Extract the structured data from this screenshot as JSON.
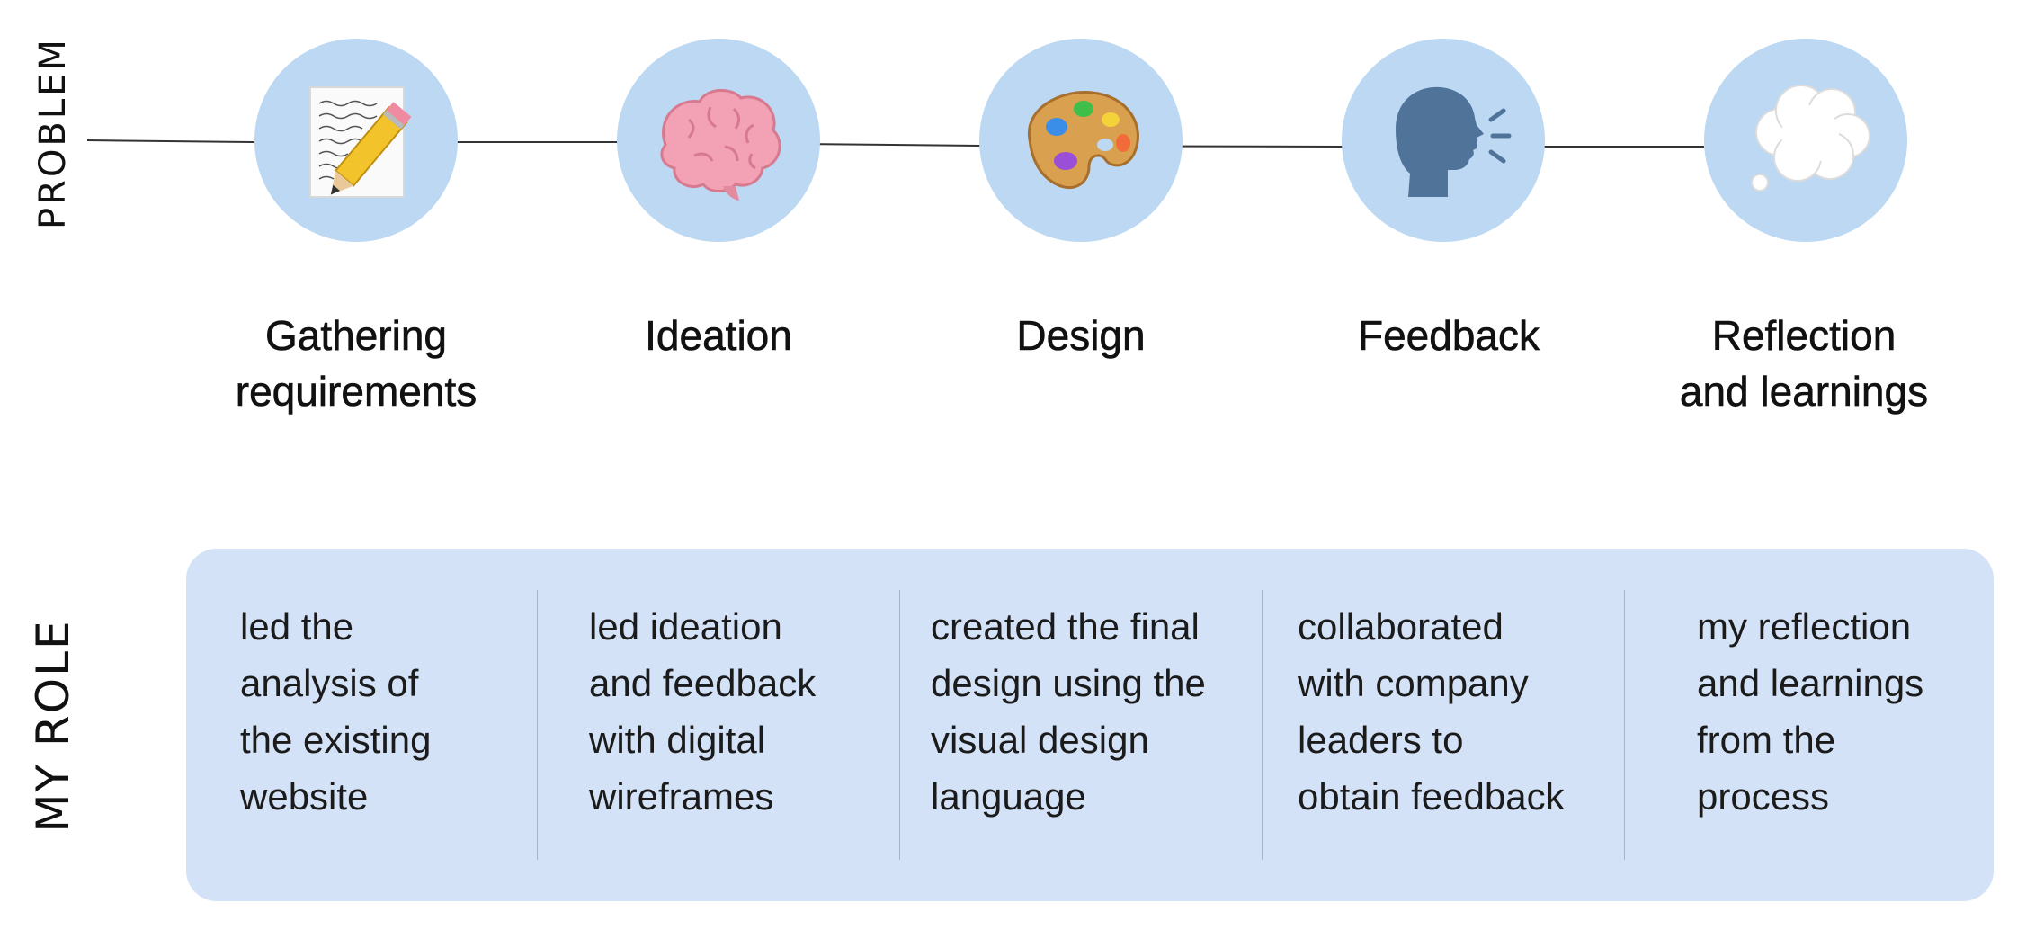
{
  "side_labels": {
    "problem": "PROBLEM",
    "role": "MY ROLE"
  },
  "steps": [
    {
      "title": "Gathering\nrequirements",
      "icon": "memo-icon"
    },
    {
      "title": "Ideation",
      "icon": "brain-icon"
    },
    {
      "title": "Design",
      "icon": "palette-icon"
    },
    {
      "title": "Feedback",
      "icon": "speaking-head-icon"
    },
    {
      "title": "Reflection\nand learnings",
      "icon": "thought-balloon-icon"
    }
  ],
  "roles": [
    "led the\nanalysis of\nthe existing\nwebsite",
    "led ideation\nand feedback\nwith digital\nwireframes",
    "created the final\ndesign using the\nvisual design\nlanguage",
    "collaborated\nwith company\nleaders to\nobtain feedback",
    "my reflection\nand learnings\nfrom the\nprocess"
  ],
  "colors": {
    "circle": "#bcd8f2",
    "panel": "#d3e2f7",
    "line": "#333333"
  }
}
